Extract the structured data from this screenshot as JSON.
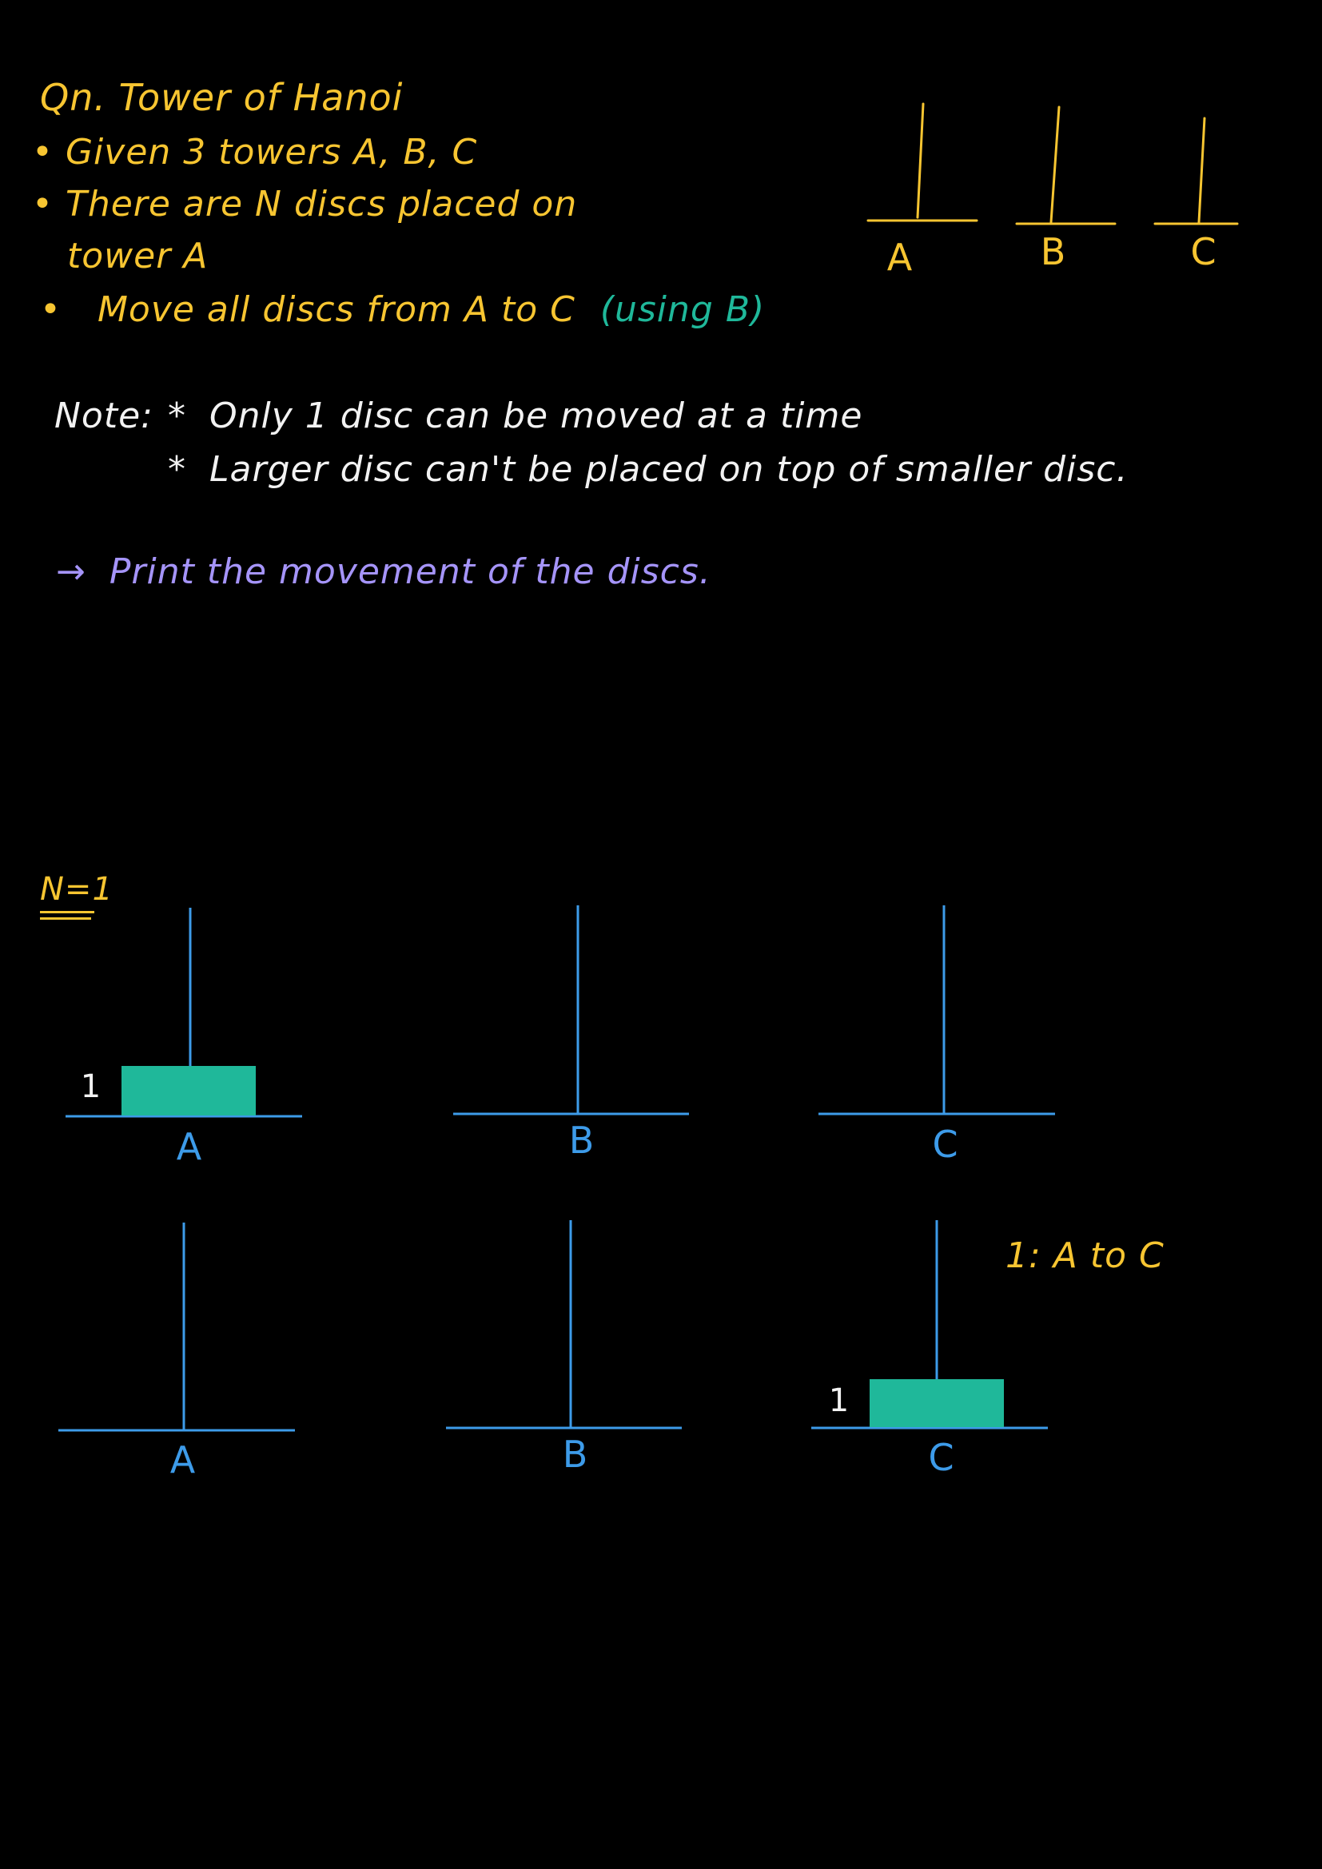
{
  "question": {
    "title": "Qn. Tower of Hanoi",
    "bullets": [
      {
        "marker": "•",
        "text": "Given 3 towers A, B, C"
      },
      {
        "marker": "•",
        "text": "There are N discs placed on"
      },
      {
        "marker": "",
        "text": "tower A"
      },
      {
        "marker": "•",
        "text": "Move all discs from A to C"
      }
    ],
    "using_note": "(using B)"
  },
  "top_towers": {
    "labels": [
      "A",
      "B",
      "C"
    ]
  },
  "note": {
    "prefix": "Note:",
    "items": [
      {
        "marker": "*",
        "text": "Only 1 disc can be moved at a time"
      },
      {
        "marker": "*",
        "text": "Larger disc can't be placed on top of smaller disc."
      }
    ]
  },
  "task": {
    "arrow": "→",
    "text": "Print the movement of the discs."
  },
  "example": {
    "case_label": "N=1",
    "initial": {
      "tower_labels": [
        "A",
        "B",
        "C"
      ],
      "disc_label": "1"
    },
    "final": {
      "tower_labels": [
        "A",
        "B",
        "C"
      ],
      "disc_label": "1"
    },
    "move": "1: A to C"
  },
  "colors": {
    "background": "#000000",
    "question": "#f7c531",
    "note": "#f2f2f2",
    "task": "#a594f9",
    "using": "#1fb89a",
    "diagram": "#3d9be9",
    "disc": "#1fb89a"
  }
}
